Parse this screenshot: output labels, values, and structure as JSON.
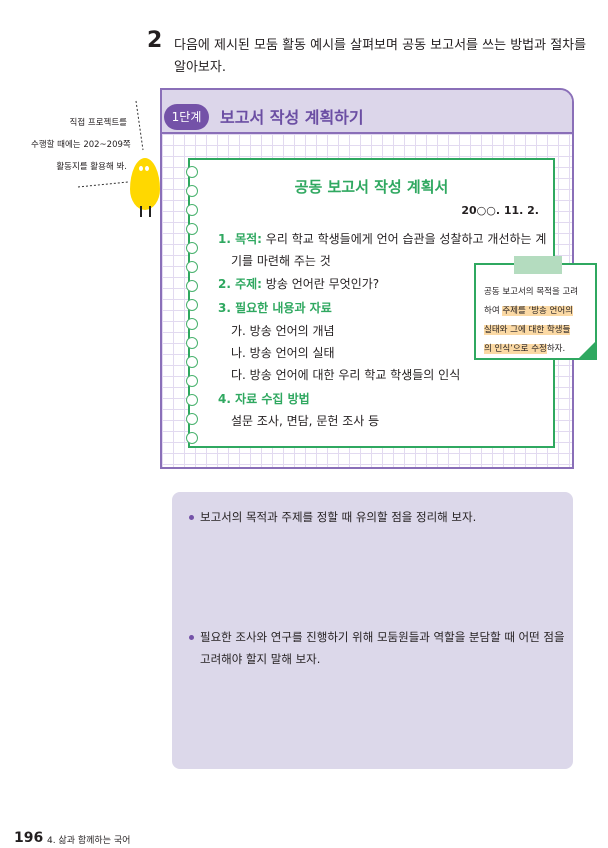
{
  "question": {
    "number": "2",
    "text": "다음에 제시된 모둠 활동 예시를 살펴보며 공동 보고서를 쓰는 방법과 절차를 알아보자."
  },
  "callout": {
    "lines": [
      "직접 프로젝트를",
      "수행할 때에는 202~209쪽",
      "활동지를 활용해 봐."
    ]
  },
  "step": {
    "pill": "1단계",
    "title": "보고서 작성 계획하기"
  },
  "plan": {
    "title": "공동 보고서 작성 계획서",
    "date": "20○○. 11. 2.",
    "purpose_label": "1. 목적:",
    "purpose_text": "우리 학교 학생들에게 언어 습관을 성찰하고 개선하는 계",
    "purpose_text2": "기를 마련해 주는 것",
    "topic_label": "2. 주제:",
    "topic_text": "방송 언어란 무엇인가?",
    "content_label": "3. 필요한 내용과 자료",
    "content_items": [
      "가. 방송 언어의 개념",
      "나. 방송 언어의 실태",
      "다. 방송 언어에 대한 우리 학교 학생들의 인식"
    ],
    "method_label": "4. 자료 수집 방법",
    "method_text": "설문 조사, 면담, 문헌 조사 등"
  },
  "note": {
    "line1": "공동 보고서의 목적을 고려",
    "line2a": "하여 ",
    "line2b": "주제를 ‘방송 언어의",
    "line3": "실태와 그에 대한 학생들",
    "line4a": "의 인식’으로 수정",
    "line4b": "하자."
  },
  "questions": [
    "보고서의 목적과 주제를 정할 때 유의할 점을 정리해 보자.",
    "필요한 조사와 연구를 진행하기 위해 모둠원들과 역할을 분담할 때 어떤 점을 고려해야 할지 말해 보자."
  ],
  "footer": {
    "page": "196",
    "chapter": "4. 삶과 함께하는 국어"
  },
  "colors": {
    "purple": "#7452a8",
    "green": "#2fa860",
    "highlight": "#fbd9a4",
    "lemon": "#ffd800"
  }
}
